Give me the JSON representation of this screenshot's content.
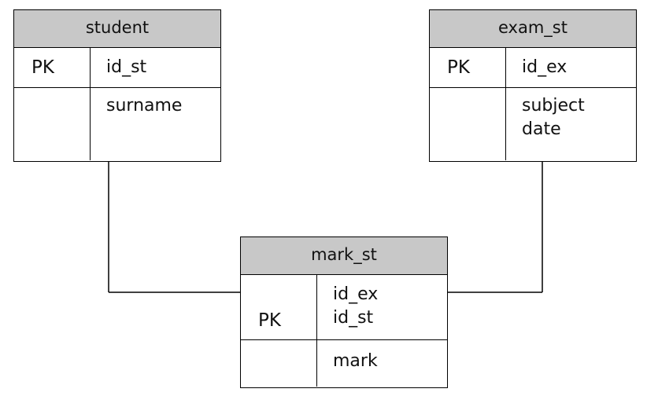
{
  "entities": {
    "student": {
      "name": "student",
      "pk_label": "PK",
      "pk_fields": [
        "id_st"
      ],
      "attributes": [
        "surname"
      ]
    },
    "exam_st": {
      "name": "exam_st",
      "pk_label": "PK",
      "pk_fields": [
        "id_ex"
      ],
      "attributes": [
        "subject",
        "date"
      ]
    },
    "mark_st": {
      "name": "mark_st",
      "pk_label": "PK",
      "pk_fields": [
        "id_ex",
        "id_st"
      ],
      "attributes": [
        "mark"
      ]
    }
  },
  "relationships": [
    {
      "from": "student",
      "to": "mark_st"
    },
    {
      "from": "exam_st",
      "to": "mark_st"
    }
  ],
  "colors": {
    "header_fill": "#c8c8c8",
    "line": "#000000",
    "background": "#ffffff"
  }
}
